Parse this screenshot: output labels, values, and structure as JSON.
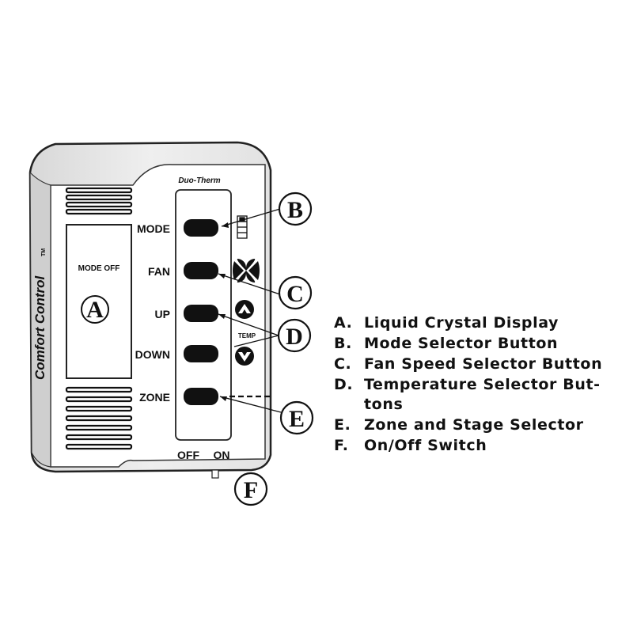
{
  "device": {
    "brand": "Duo-Therm",
    "product_name": "Comfort Control",
    "display_text": "MODE OFF",
    "display_callout": "A",
    "buttons": [
      {
        "label": "MODE"
      },
      {
        "label": "FAN"
      },
      {
        "label": "UP"
      },
      {
        "label": "DOWN"
      },
      {
        "label": "ZONE"
      }
    ],
    "temp_label": "TEMP",
    "switch_off_label": "OFF",
    "switch_on_label": "ON",
    "icons": [
      "mode-indicator-icon",
      "fan-icon",
      "arrow-up-icon",
      "arrow-down-icon"
    ]
  },
  "callouts": {
    "b": "B",
    "c": "C",
    "d": "D",
    "e": "E",
    "f": "F"
  },
  "legend": [
    {
      "letter": "A.",
      "text": "Liquid Crystal Display"
    },
    {
      "letter": "B.",
      "text": "Mode Selector Button"
    },
    {
      "letter": "C.",
      "text": "Fan Speed Selector Button"
    },
    {
      "letter": "D.",
      "text": "Temperature Selector But-tons"
    },
    {
      "letter": "E.",
      "text": "Zone and Stage Selector"
    },
    {
      "letter": "F.",
      "text": "On/Off Switch"
    }
  ]
}
